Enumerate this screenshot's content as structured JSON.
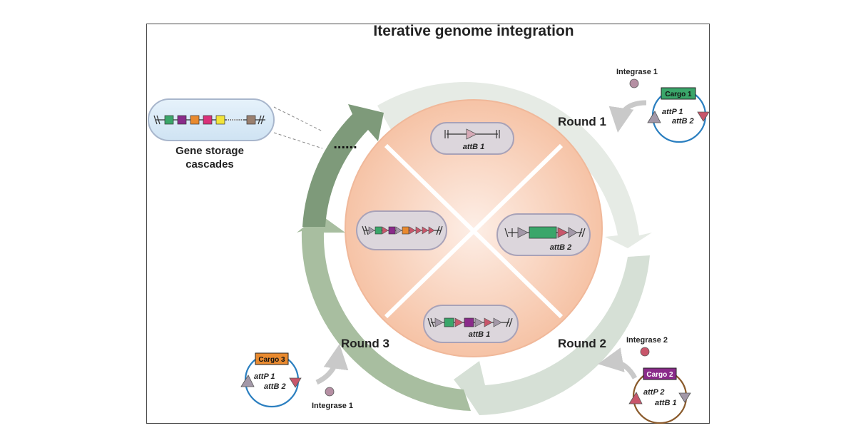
{
  "title": "Iterative genome integration",
  "storage": {
    "label_line1": "Gene storage",
    "label_line2": "cascades",
    "ellipsis": "......"
  },
  "rounds": [
    {
      "label": "Round 1",
      "cargo": "Cargo 1",
      "integrase": "Integrase 1",
      "attP": "attP 1",
      "attB": "attB 2",
      "cargo_color": "#3aa66a",
      "ring_color": "#2b7fc0"
    },
    {
      "label": "Round 2",
      "cargo": "Cargo 2",
      "integrase": "Integrase 2",
      "attP": "attP 2",
      "attB": "attB 1",
      "cargo_color": "#8a2b8a",
      "ring_color": "#8a5a2b"
    },
    {
      "label": "Round 3",
      "cargo": "Cargo 3",
      "integrase": "Integrase 1",
      "attP": "attP 1",
      "attB": "attB 2",
      "cargo_color": "#e98a2f",
      "ring_color": "#2b7fc0"
    }
  ],
  "quadrants": {
    "top": "attB 1",
    "right": "attB 2",
    "bottom": "attB 1"
  },
  "colors": {
    "green": "#3aa66a",
    "purple": "#8a2b8a",
    "orange": "#e98a2f",
    "magenta": "#d9317a",
    "yellow": "#f2e43a",
    "brown": "#9a8070",
    "triangle_red": "#c8566b",
    "triangle_grey": "#a398a8",
    "integrase1_dot": "#b58fa3",
    "integrase2_dot": "#c8566b"
  }
}
